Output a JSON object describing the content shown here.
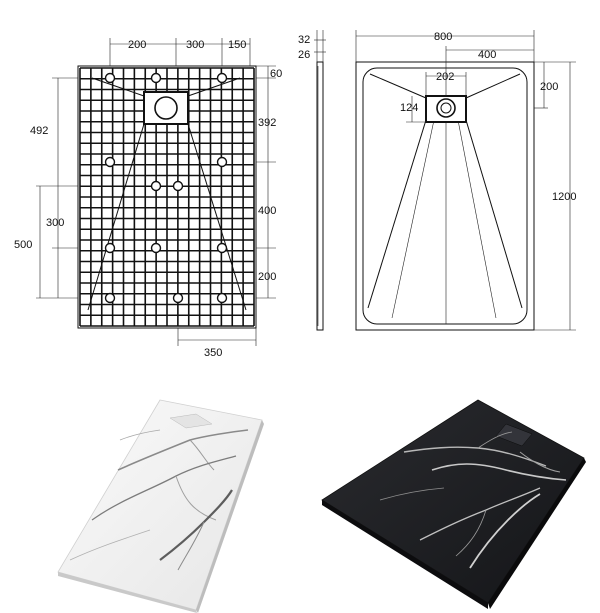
{
  "back_view": {
    "dims_top": [
      "200",
      "300",
      "150"
    ],
    "dims_left": [
      "492",
      "300",
      "500"
    ],
    "dims_right": [
      "60",
      "392",
      "400",
      "200"
    ],
    "dim_bottom": "350"
  },
  "side_view": {
    "dims": [
      "32",
      "26"
    ]
  },
  "top_view": {
    "dim_width": "800",
    "dim_half": "400",
    "dim_drain_width": "202",
    "dim_drain_offset": "124",
    "dim_drain_from_top": "200",
    "dim_length": "1200"
  },
  "photos": [
    {
      "label": "white-marble-tray",
      "color": "#f2f2f2"
    },
    {
      "label": "black-marble-tray",
      "color": "#1c1d20"
    }
  ]
}
